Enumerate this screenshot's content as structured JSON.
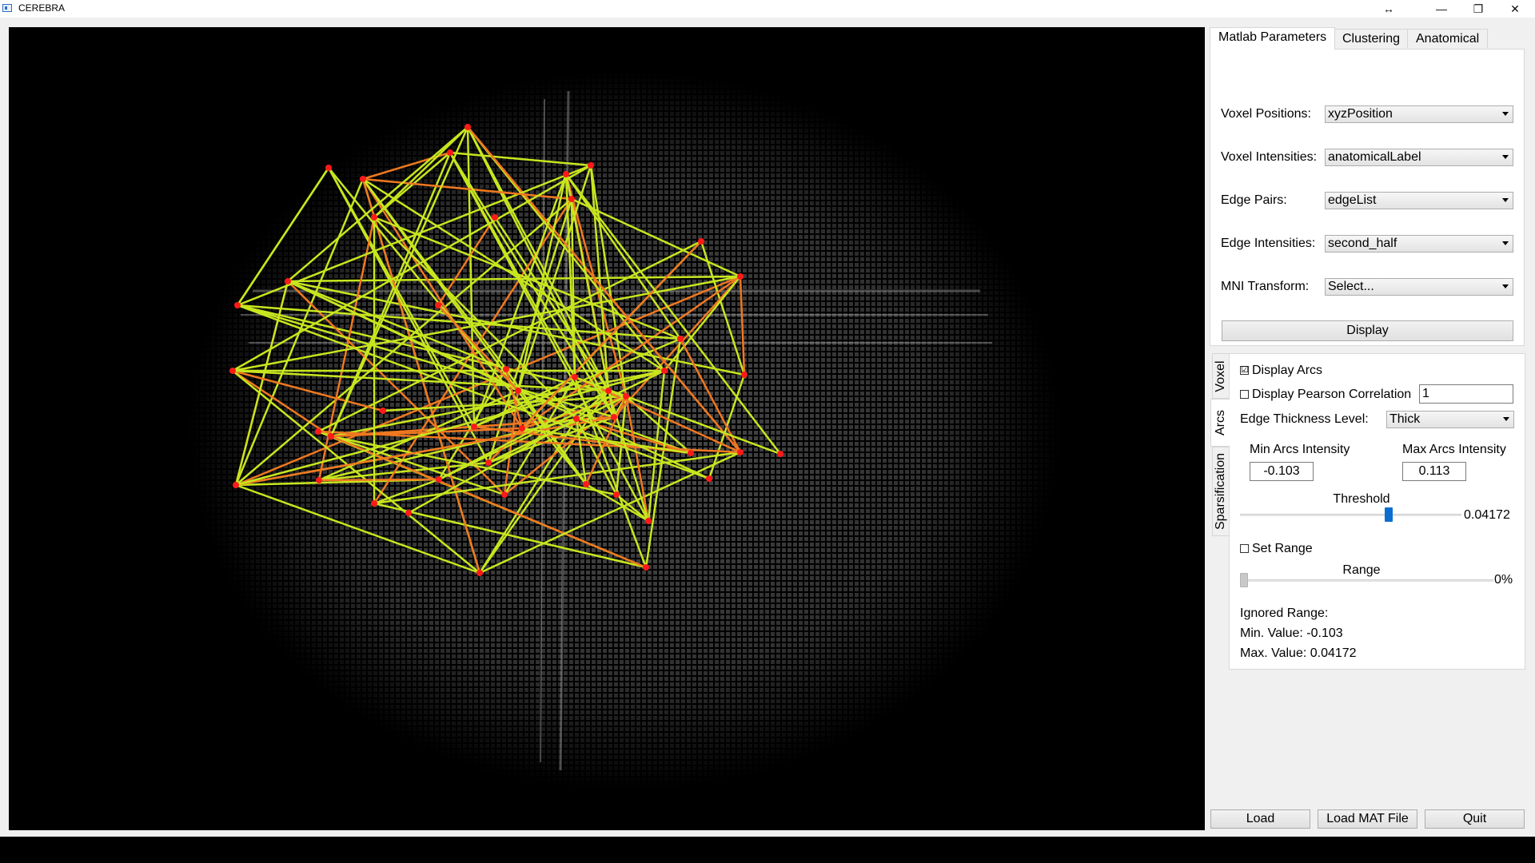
{
  "window": {
    "title": "CEREBRA",
    "buttons": {
      "resize": "↔",
      "minimize": "—",
      "restore": "❐",
      "close": "✕"
    }
  },
  "tabs": [
    "Matlab Parameters",
    "Clustering",
    "Anatomical"
  ],
  "matlab": {
    "voxel_positions": {
      "label": "Voxel Positions:",
      "value": "xyzPosition"
    },
    "voxel_intensities": {
      "label": "Voxel Intensities:",
      "value": "anatomicalLabel"
    },
    "edge_pairs": {
      "label": "Edge Pairs:",
      "value": "edgeList"
    },
    "edge_intensities": {
      "label": "Edge Intensities:",
      "value": "second_half"
    },
    "mni_transform": {
      "label": "MNI Transform:",
      "value": "Select..."
    },
    "display_button": "Display"
  },
  "side_tabs": [
    "Voxel",
    "Arcs",
    "Sparsification"
  ],
  "arcs": {
    "display_arcs": {
      "label": "Display Arcs",
      "checked": "☑"
    },
    "display_pearson": {
      "label": "Display Pearson Correlation",
      "value": "1"
    },
    "edge_thickness": {
      "label": "Edge Thickness Level:",
      "value": "Thick"
    },
    "min_intensity": {
      "label": "Min Arcs Intensity",
      "value": "-0.103"
    },
    "max_intensity": {
      "label": "Max Arcs Intensity",
      "value": "0.113"
    },
    "threshold": {
      "label": "Threshold",
      "value": "0.04172",
      "fraction": 0.67
    },
    "set_range": {
      "label": "Set Range"
    },
    "range": {
      "label": "Range",
      "value": "0%",
      "fraction": 0
    },
    "ignored": {
      "title": "Ignored Range:",
      "min": "Min. Value: -0.103",
      "max": "Max. Value: 0.04172"
    }
  },
  "footer": {
    "load": "Load",
    "load_mat": "Load MAT File",
    "quit": "Quit"
  },
  "colors": {
    "arc_yellow": "#c8e61e",
    "arc_orange": "#f07820",
    "node_red": "#ff1a1a",
    "handle_blue": "#0a6ed1"
  }
}
